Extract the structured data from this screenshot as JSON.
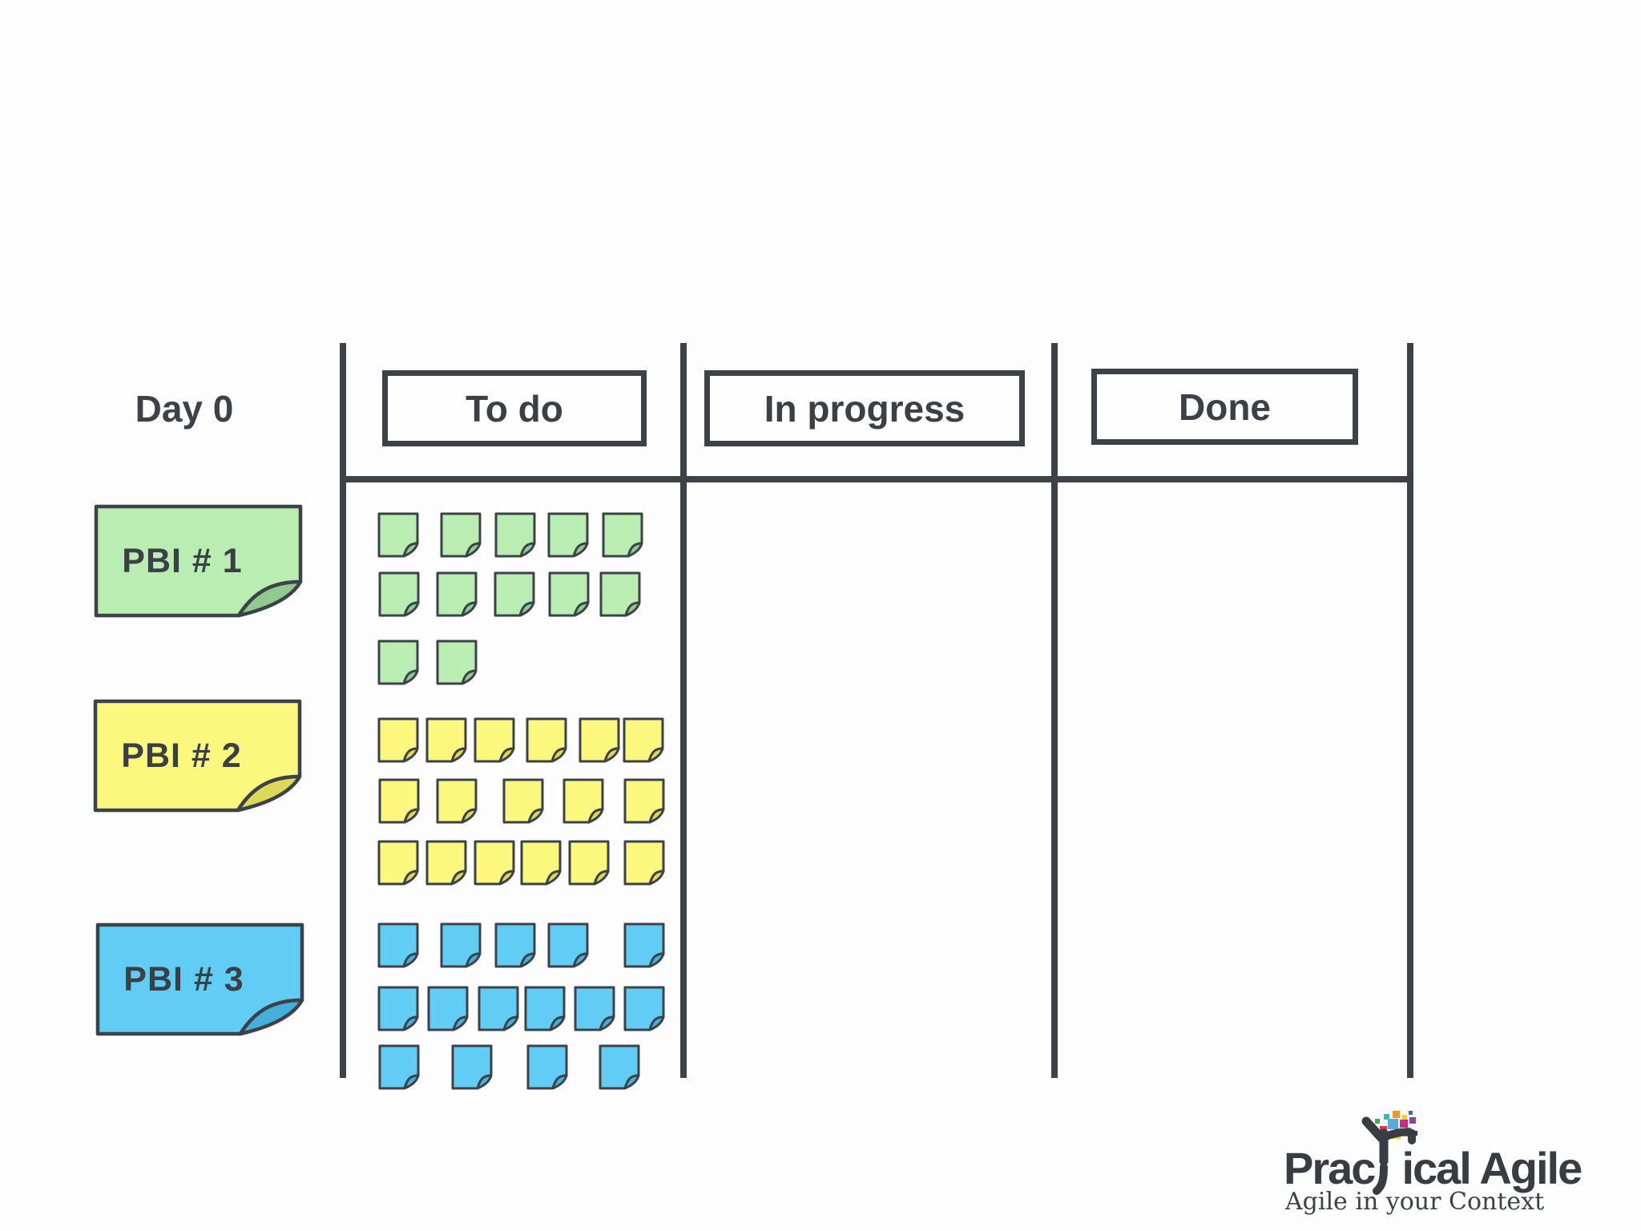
{
  "page": {
    "background": "#fdfdfd",
    "ink_color": "#3d424a"
  },
  "board": {
    "day_label": "Day 0",
    "columns": [
      {
        "label": "To do"
      },
      {
        "label": "In progress"
      },
      {
        "label": "Done"
      }
    ]
  },
  "pbis": [
    {
      "label": "PBI # 1",
      "color_name": "green",
      "fill": "#b9edb2",
      "fold": "#8fcb8d",
      "stickies": {
        "to_do": {
          "rows": [
            5,
            5,
            2
          ],
          "total": 12
        },
        "in_progress": {
          "total": 0
        },
        "done": {
          "total": 0
        }
      }
    },
    {
      "label": "PBI # 2",
      "color_name": "yellow",
      "fill": "#fbf87d",
      "fold": "#dcd958",
      "stickies": {
        "to_do": {
          "rows": [
            6,
            5,
            6
          ],
          "total": 17
        },
        "in_progress": {
          "total": 0
        },
        "done": {
          "total": 0
        }
      }
    },
    {
      "label": "PBI # 3",
      "color_name": "blue",
      "fill": "#62cdf4",
      "fold": "#45b0da",
      "stickies": {
        "to_do": {
          "rows": [
            5,
            6,
            4
          ],
          "total": 15
        },
        "in_progress": {
          "total": 0
        },
        "done": {
          "total": 0
        }
      }
    }
  ],
  "logo": {
    "brand_prefix": "Prac",
    "brand_suffix": "ical Agile",
    "brand_full": "Practical Agile",
    "tagline": "Agile in your Context",
    "text_color": "#383d44",
    "confetti_colors": [
      "#e23c33",
      "#f6981f",
      "#ffd400",
      "#3faf49",
      "#35b8c8",
      "#5aa8dc",
      "#2f6db4",
      "#283593",
      "#8c4399",
      "#c92a8c",
      "#e85f98"
    ]
  }
}
